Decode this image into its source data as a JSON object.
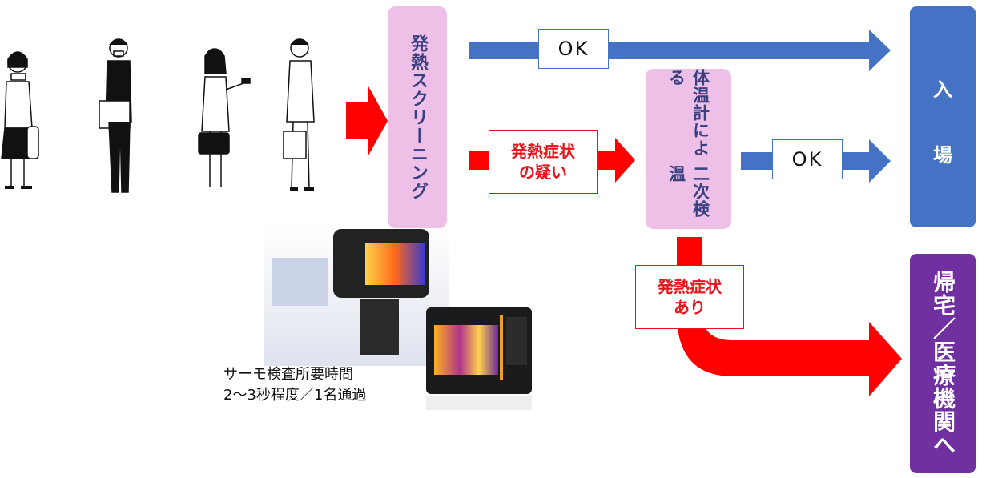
{
  "boxes": {
    "screening": "発熱スクリーニング",
    "secondary_check_line1": "体温計による",
    "secondary_check_line2": "二次検温",
    "entry_char1": "入",
    "entry_char2": "場",
    "home_medical": "帰宅／医療機関へ"
  },
  "labels": {
    "ok_top": "OK",
    "ok_mid": "OK",
    "suspected_line1": "発熱症状",
    "suspected_line2": "の疑い",
    "symptom_line1": "発熱症状",
    "symptom_line2": "あり"
  },
  "caption": {
    "line1": "サーモ検査所要時間",
    "line2": "2〜3秒程度／1名通過"
  },
  "colors": {
    "blue_arrow": "#4472c4",
    "red_arrow": "#ff0000",
    "pink_box": "#eec0e8",
    "entry_box": "#4472c4",
    "home_box": "#7030a0"
  }
}
